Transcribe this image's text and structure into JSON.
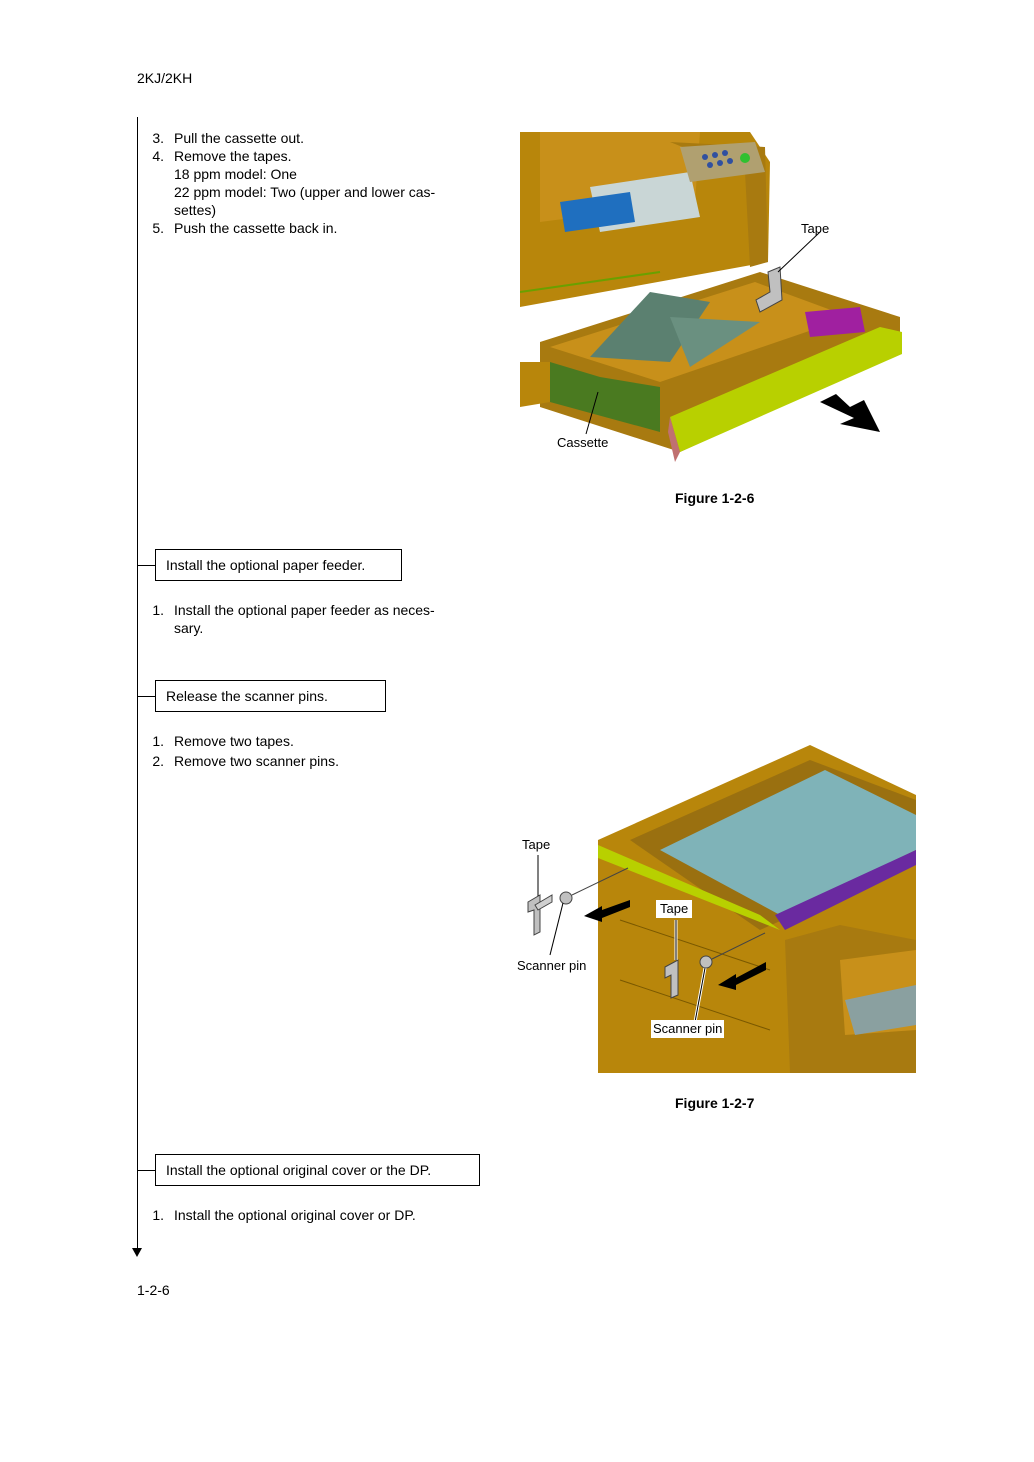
{
  "header": {
    "model": "2KJ/2KH"
  },
  "section1": {
    "steps": [
      {
        "num": "3.",
        "text": "Pull the cassette out."
      },
      {
        "num": "4.",
        "text": "Remove the tapes."
      },
      {
        "num": "",
        "text": "18 ppm model: One"
      },
      {
        "num": "",
        "text": "22 ppm model: Two (upper and lower cas-"
      },
      {
        "num": "",
        "text": "settes)"
      },
      {
        "num": "5.",
        "text": "Push the cassette back in."
      }
    ],
    "figure": {
      "tape_label": "Tape",
      "cassette_label": "Cassette",
      "caption": "Figure 1-2-6"
    }
  },
  "section2": {
    "title": "Install the optional paper feeder.",
    "steps": [
      {
        "num": "1.",
        "text": "Install the optional paper feeder as neces-"
      },
      {
        "num": "",
        "text": "sary."
      }
    ]
  },
  "section3": {
    "title": "Release the scanner pins.",
    "steps": [
      {
        "num": "1.",
        "text": "Remove two tapes."
      },
      {
        "num": "2.",
        "text": "Remove two scanner pins."
      }
    ],
    "figure": {
      "tape_label_left": "Tape",
      "scanner_pin_left": "Scanner pin",
      "tape_label_right": "Tape",
      "scanner_pin_right": "Scanner pin",
      "caption": "Figure 1-2-7"
    }
  },
  "section4": {
    "title": "Install the optional original cover or the DP.",
    "steps": [
      {
        "num": "1.",
        "text": "Install the optional original cover or DP."
      }
    ]
  },
  "footer": {
    "page_number": "1-2-6"
  }
}
